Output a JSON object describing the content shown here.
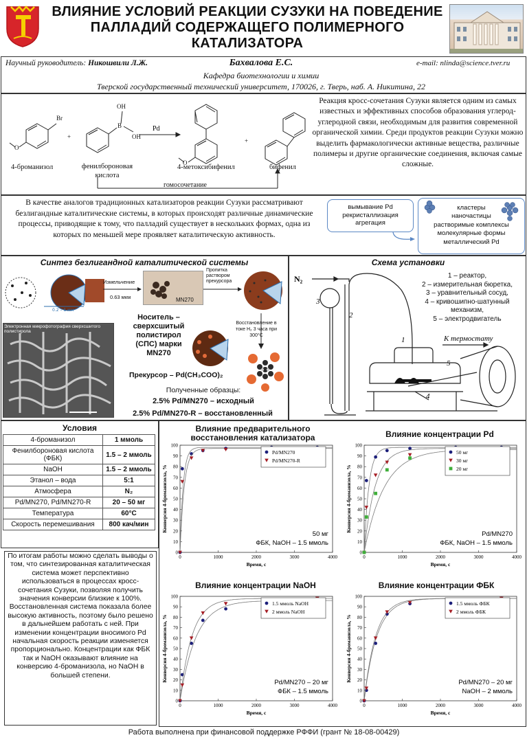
{
  "header": {
    "title": "ВЛИЯНИЕ УСЛОВИЙ РЕАКЦИИ СУЗУКИ НА ПОВЕДЕНИЕ ПАЛЛАДИЙ СОДЕРЖАЩЕГО ПОЛИМЕРНОГО КАТАЛИЗАТОРА",
    "supervisor_label": "Научный руководитель:",
    "supervisor_name": "Никошвили Л.Ж.",
    "author": "Бахвалова Е.С.",
    "email": "e-mail: nlinda@science.tver.ru",
    "department": "Кафедра биотехнологии и химии",
    "university": "Тверской государственный технический университет, 170026, г. Тверь, наб. А. Никитина, 22"
  },
  "reaction": {
    "reagent1": "4-броманизол",
    "reagent2": "фенилбороновая кислота",
    "catalyst": "Pd",
    "product1": "4-метоксибифенил",
    "product2": "бифенил",
    "side_reaction": "гомосочетание",
    "atom_br": "Br",
    "atom_oh1": "OH",
    "atom_oh2": "OH",
    "atom_b": "B",
    "atom_o1": "O",
    "atom_o2": "O",
    "plus1": "+",
    "plus2": "+"
  },
  "intro_text": "Реакция кросс-сочетания Сузуки является одним из самых известных и эффективных способов образования углерод-углеродной связи, необходимым для развития современной органической химии. Среди продуктов реакции Сузуки можно выделить фармакологически активные вещества, различные полимеры и другие органические соединения, включая самые сложные.",
  "analog_text": "В качестве аналогов традиционных катализаторов реакции Сузуки рассматривают безлигандные каталитические системы, в которых происходят различные динамические процессы, приводящие к тому, что палладий существует в нескольких формах, одна из которых по меньшей мере проявляет каталитическую активность.",
  "forms": {
    "left_box": "вымывание Pd рекристаллизация агрегация",
    "right_lines": [
      "кластеры",
      "наночастицы",
      "растворимые комплексы",
      "молекулярные формы",
      "металлический Pd"
    ]
  },
  "synthesis": {
    "title": "Синтез безлигандной каталитической системы",
    "grinding": "Измельчение",
    "size": "0.63 мкм",
    "size2": "0.2 – 1 мм",
    "sem_caption": "Электронная микрофотография сверхсшитого полистирола",
    "mn_label": "MN270",
    "impregnation": "Пропитка раствором прекурсора",
    "reduction": "Восстановление в токе H₂ 3 часа при 300°C",
    "support": "Носитель – сверхсшитый полистирол (СПС) марки MN270",
    "precursor": "Прекурсор – Pd(CH₃COO)₂",
    "samples_title": "Полученные образцы:",
    "sample1": "2.5% Pd/MN270 – исходный",
    "sample2": "2.5% Pd/MN270-R – восстановленный"
  },
  "setup": {
    "title": "Схема установки",
    "n2": "N₂",
    "legend": [
      "1 – реактор,",
      "2 – измерительная бюретка,",
      "3 – уравнительный сосуд,",
      "4 – кривошипно-шатунный механизм,",
      "5 – электродвигатель"
    ],
    "thermostat": "К термостату",
    "labels": [
      "1",
      "2",
      "3",
      "4",
      "5"
    ]
  },
  "conditions": {
    "title": "Условия",
    "rows": [
      [
        "4-броманизол",
        "1 ммоль"
      ],
      [
        "Фенилбороновая кислота (ФБК)",
        "1.5 – 2 ммоль"
      ],
      [
        "NaOH",
        "1.5 – 2 ммоль"
      ],
      [
        "Этанол – вода",
        "5:1"
      ],
      [
        "Атмосфера",
        "N₂"
      ],
      [
        "Pd/MN270, Pd/MN270-R",
        "20 – 50 мг"
      ],
      [
        "Температура",
        "60°C"
      ],
      [
        "Скорость перемешивания",
        "800 кач/мин"
      ]
    ]
  },
  "conclusion": "По итогам работы можно сделать выводы о том, что синтезированная каталитическая система может перспективно использоваться в процессах кросс-сочетания Сузуки, позволяя получить значения конверсии близкие к 100%. Восстановленная система показала более высокую активность, поэтому было решено в дальнейшем работать с ней. При изменении концентрации вносимого Pd начальная скорость реакции изменяется пропорционально. Концентрации как ФБК так и NaOH оказывают влияние на конверсию 4-броманизола, но NaOH в большей степени.",
  "footer": "Работа выполнена при финансовой поддержке РФФИ (грант № 18-08-00429)",
  "colors": {
    "series_navy": "#1c1f7a",
    "series_red": "#a51d24",
    "series_green": "#3fae3a",
    "curve": "#777777"
  },
  "chart_data": [
    {
      "type": "scatter",
      "title": "Влияние предварительного восстановления катализатора",
      "xlabel": "Время, с",
      "ylabel": "Конверсия 4-броманизола, %",
      "xlim": [
        0,
        4000
      ],
      "ylim": [
        0,
        100
      ],
      "xticks": [
        0,
        1000,
        2000,
        3000,
        4000
      ],
      "yticks": [
        0,
        10,
        20,
        30,
        40,
        50,
        60,
        70,
        80,
        90,
        100
      ],
      "annotation": [
        "50 мг",
        "ФБК, NaOH – 1.5 ммоль"
      ],
      "series": [
        {
          "name": "Pd/MN270",
          "marker": "circle",
          "color": "#1c1f7a",
          "x": [
            0,
            60,
            300,
            600,
            1200,
            2400,
            3600
          ],
          "y": [
            0,
            78,
            92,
            95,
            97,
            98,
            98
          ],
          "k": 0.012
        },
        {
          "name": "Pd/MN270-R",
          "marker": "triangle",
          "color": "#a51d24",
          "x": [
            0,
            60,
            300,
            600,
            1200,
            2400,
            3600
          ],
          "y": [
            0,
            66,
            88,
            95,
            96,
            97,
            97
          ],
          "k": 0.009
        }
      ]
    },
    {
      "type": "scatter",
      "title": "Влияние концентрации Pd",
      "xlabel": "Время, с",
      "ylabel": "Конверсия 4-броманизола, %",
      "xlim": [
        0,
        4000
      ],
      "ylim": [
        0,
        100
      ],
      "xticks": [
        0,
        1000,
        2000,
        3000,
        4000
      ],
      "yticks": [
        0,
        10,
        20,
        30,
        40,
        50,
        60,
        70,
        80,
        90,
        100
      ],
      "annotation": [
        "Pd/MN270",
        "ФБК, NaOH – 1.5 ммоль"
      ],
      "series": [
        {
          "name": "50 мг",
          "marker": "circle",
          "color": "#1c1f7a",
          "x": [
            0,
            60,
            300,
            600,
            1200,
            2400,
            3600
          ],
          "y": [
            0,
            67,
            89,
            95,
            97,
            98,
            98
          ],
          "k": 0.008
        },
        {
          "name": "30 мг",
          "marker": "triangle",
          "color": "#a51d24",
          "x": [
            0,
            60,
            300,
            600,
            1200,
            2400,
            3600
          ],
          "y": [
            0,
            42,
            72,
            84,
            91,
            95,
            97
          ],
          "k": 0.0035
        },
        {
          "name": "20 мг",
          "marker": "square",
          "color": "#3fae3a",
          "x": [
            0,
            60,
            300,
            600,
            1200,
            2400,
            3600
          ],
          "y": [
            0,
            33,
            55,
            77,
            88,
            94,
            96
          ],
          "k": 0.0019
        }
      ]
    },
    {
      "type": "scatter",
      "title": "Влияние концентрации NaOH",
      "xlabel": "Время, с",
      "ylabel": "Конверсия 4-броманизола, %",
      "xlim": [
        0,
        4000
      ],
      "ylim": [
        0,
        100
      ],
      "xticks": [
        0,
        1000,
        2000,
        3000,
        4000
      ],
      "yticks": [
        0,
        10,
        20,
        30,
        40,
        50,
        60,
        70,
        80,
        90,
        100
      ],
      "annotation": [
        "Pd/MN270 – 20 мг",
        "ФБК – 1.5 ммоль"
      ],
      "series": [
        {
          "name": "1.5 ммоль NaOH",
          "marker": "circle",
          "color": "#1c1f7a",
          "x": [
            0,
            60,
            300,
            600,
            1200,
            2400,
            3600
          ],
          "y": [
            0,
            25,
            55,
            77,
            88,
            94,
            96
          ],
          "k": 0.0024
        },
        {
          "name": "2 ммоль NaOH",
          "marker": "triangle",
          "color": "#a51d24",
          "x": [
            0,
            60,
            300,
            600,
            1200,
            2400,
            3600
          ],
          "y": [
            0,
            15,
            60,
            84,
            93,
            97,
            98
          ],
          "k": 0.0032
        }
      ]
    },
    {
      "type": "scatter",
      "title": "Влияние концентрации ФБК",
      "xlabel": "Время, с",
      "ylabel": "Конверсия 4-броманизола, %",
      "xlim": [
        0,
        4000
      ],
      "ylim": [
        0,
        100
      ],
      "xticks": [
        0,
        1000,
        2000,
        3000,
        4000
      ],
      "yticks": [
        0,
        10,
        20,
        30,
        40,
        50,
        60,
        70,
        80,
        90,
        100
      ],
      "annotation": [
        "Pd/MN270 – 20 мг",
        "NaOH – 2 ммоль"
      ],
      "series": [
        {
          "name": "1.5 ммоль ФБК",
          "marker": "circle",
          "color": "#1c1f7a",
          "x": [
            0,
            60,
            300,
            600,
            1200,
            2400,
            3600
          ],
          "y": [
            0,
            10,
            55,
            83,
            93,
            97,
            98
          ],
          "k": 0.003
        },
        {
          "name": "2 ммоль ФБК",
          "marker": "triangle",
          "color": "#a51d24",
          "x": [
            0,
            60,
            300,
            600,
            1200,
            2400,
            3600
          ],
          "y": [
            0,
            12,
            60,
            85,
            94,
            97,
            98
          ],
          "k": 0.0033
        }
      ]
    }
  ]
}
